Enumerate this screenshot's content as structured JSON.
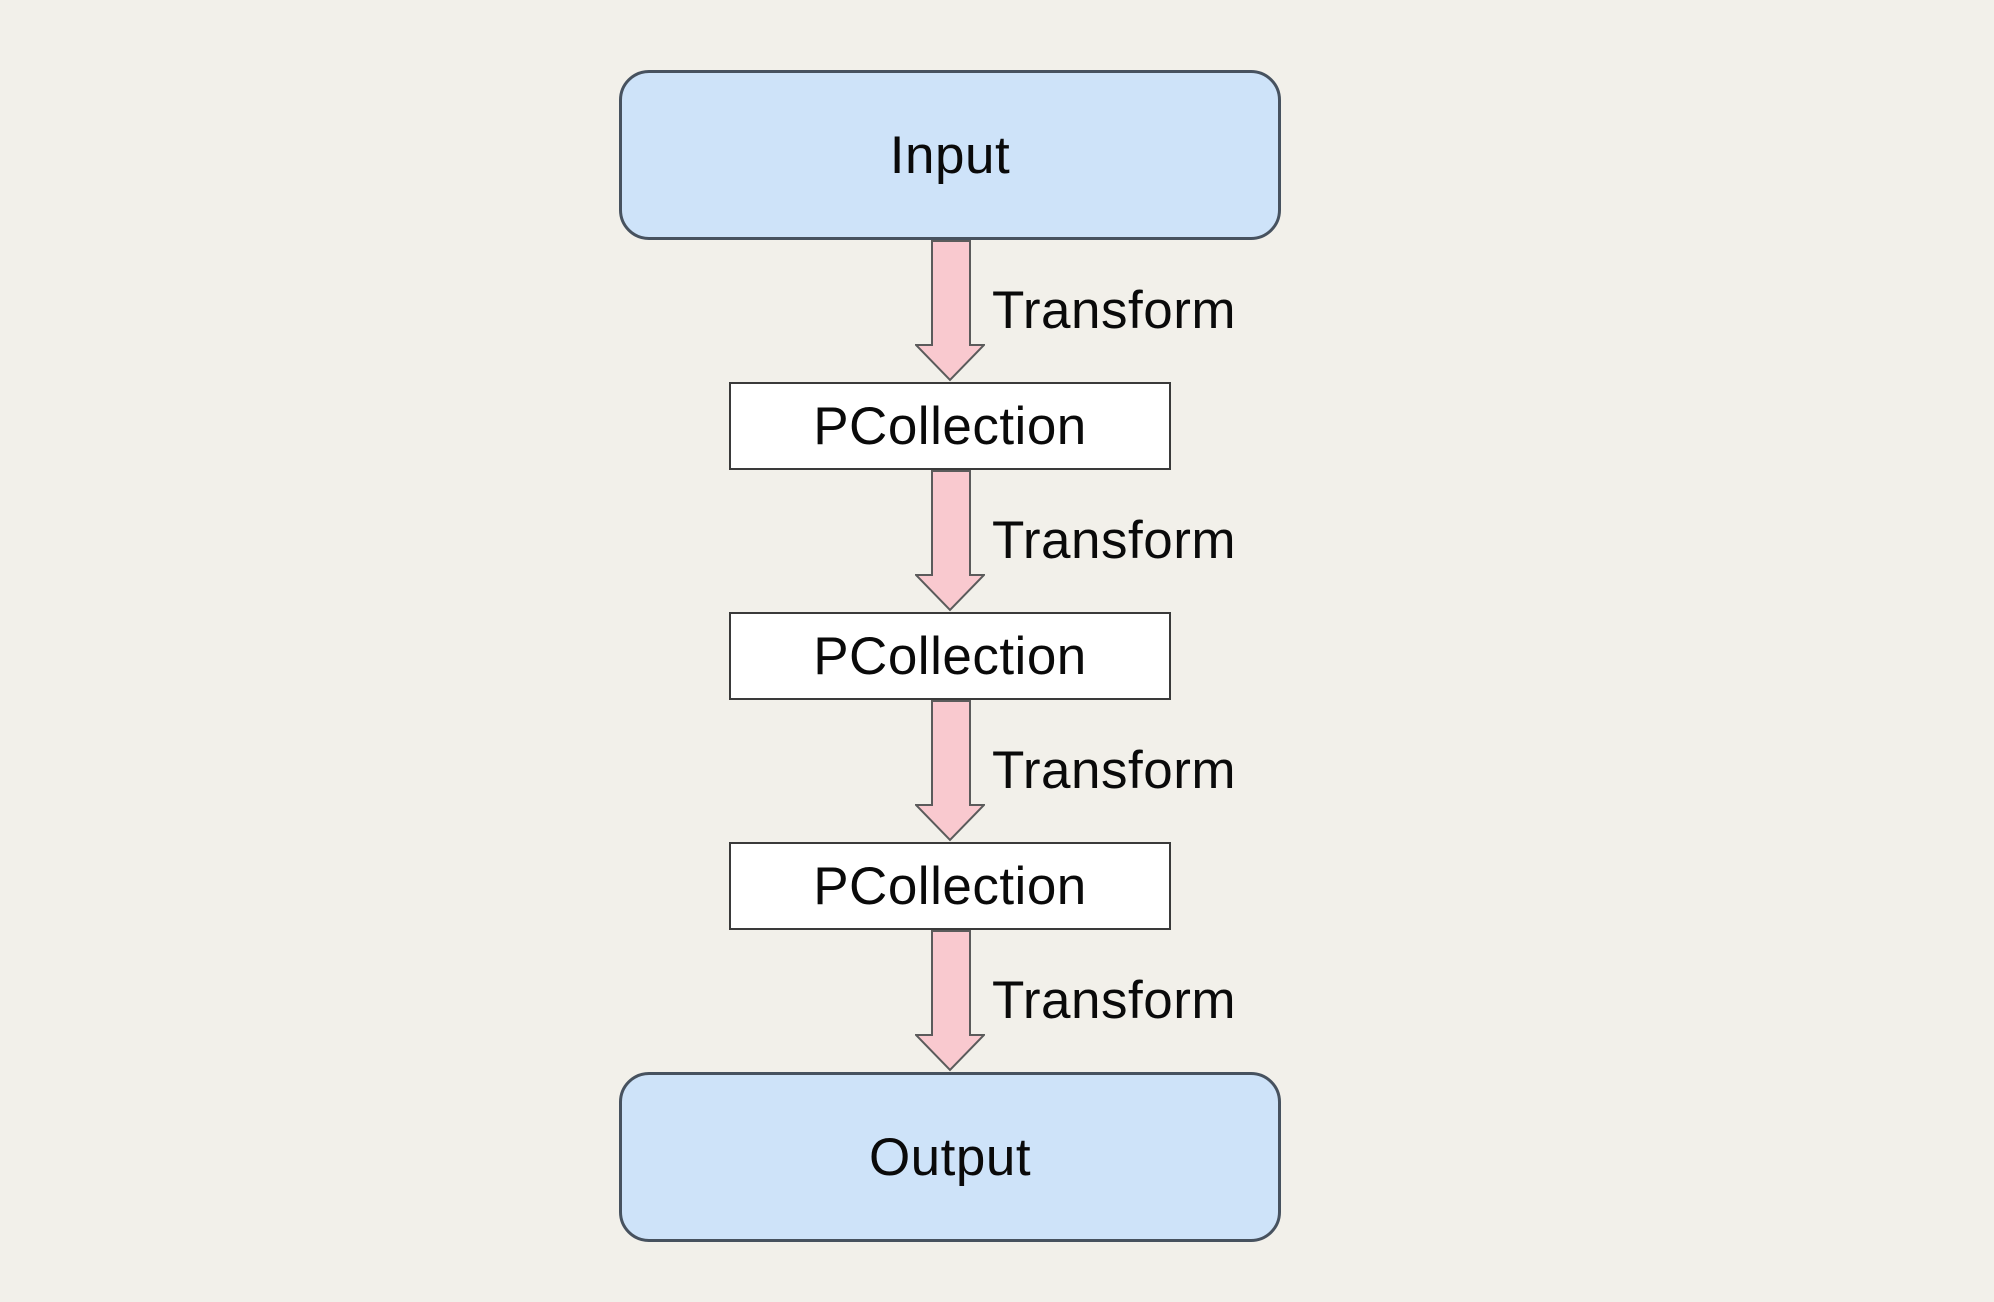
{
  "diagram": {
    "title": "pipeline-flowchart",
    "nodes": [
      {
        "id": "input",
        "label": "Input",
        "shape": "rounded-terminal"
      },
      {
        "id": "pcollection-1",
        "label": "PCollection",
        "shape": "rectangle"
      },
      {
        "id": "pcollection-2",
        "label": "PCollection",
        "shape": "rectangle"
      },
      {
        "id": "pcollection-3",
        "label": "PCollection",
        "shape": "rectangle"
      },
      {
        "id": "output",
        "label": "Output",
        "shape": "rounded-terminal"
      }
    ],
    "edges": [
      {
        "from": "input",
        "to": "pcollection-1",
        "label": "Transform"
      },
      {
        "from": "pcollection-1",
        "to": "pcollection-2",
        "label": "Transform"
      },
      {
        "from": "pcollection-2",
        "to": "pcollection-3",
        "label": "Transform"
      },
      {
        "from": "pcollection-3",
        "to": "output",
        "label": "Transform"
      }
    ],
    "colors": {
      "background": "#f2f0ea",
      "terminal_fill": "#cee3f9",
      "terminal_border": "#47525f",
      "process_fill": "#ffffff",
      "process_border": "#3a3a3a",
      "arrow_fill": "#f9c9cf",
      "arrow_outline": "#5b5b5b",
      "text": "#0a0a0a"
    }
  }
}
